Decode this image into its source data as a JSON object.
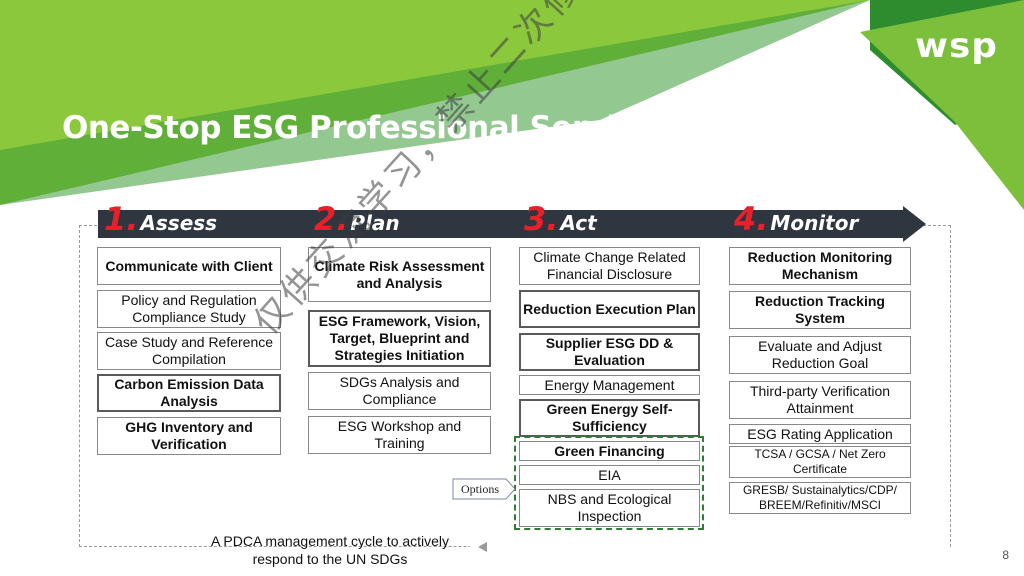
{
  "brand": {
    "logo": "wsp",
    "green_dark": "#2e8b2e",
    "green_light": "#8cc83c",
    "red": "#e8202a",
    "arrow_color": "#2f3640"
  },
  "title": "One-Stop ESG Professional Service",
  "phases": [
    {
      "num": "1.",
      "name": "Assess"
    },
    {
      "num": "2.",
      "name": "Plan"
    },
    {
      "num": "3.",
      "name": "Act"
    },
    {
      "num": "4.",
      "name": "Monitor"
    }
  ],
  "assess": {
    "items": [
      "Communicate with Client",
      "Policy and Regulation Compliance Study",
      "Case Study and Reference Compilation",
      "Carbon Emission Data Analysis",
      "GHG Inventory and Verification"
    ]
  },
  "plan": {
    "items": [
      "Climate Risk Assessment and Analysis",
      "ESG Framework, Vision, Target, Blueprint and Strategies Initiation",
      "SDGs Analysis and Compliance",
      "ESG Workshop and Training"
    ]
  },
  "act": {
    "items": [
      "Climate Change Related Financial Disclosure",
      "Reduction Execution Plan",
      "Supplier ESG DD & Evaluation",
      "Energy Management",
      "Green Energy Self-Sufficiency",
      "Green Financing",
      "EIA",
      "NBS and Ecological Inspection"
    ],
    "options_label": "Options"
  },
  "monitor": {
    "items": [
      "Reduction Monitoring Mechanism",
      "Reduction Tracking System",
      "Evaluate and Adjust Reduction Goal",
      "Third-party Verification Attainment",
      "ESG Rating Application",
      "TCSA / GCSA / Net Zero Certificate",
      "GRESB/ Sustainalytics/CDP/ BREEM/Refinitiv/MSCI"
    ]
  },
  "pdca_note": "A PDCA management cycle to actively respond to the UN SDGs",
  "page_number": "8",
  "watermark": "仅供交流学习，禁止二次修改或商业使用"
}
